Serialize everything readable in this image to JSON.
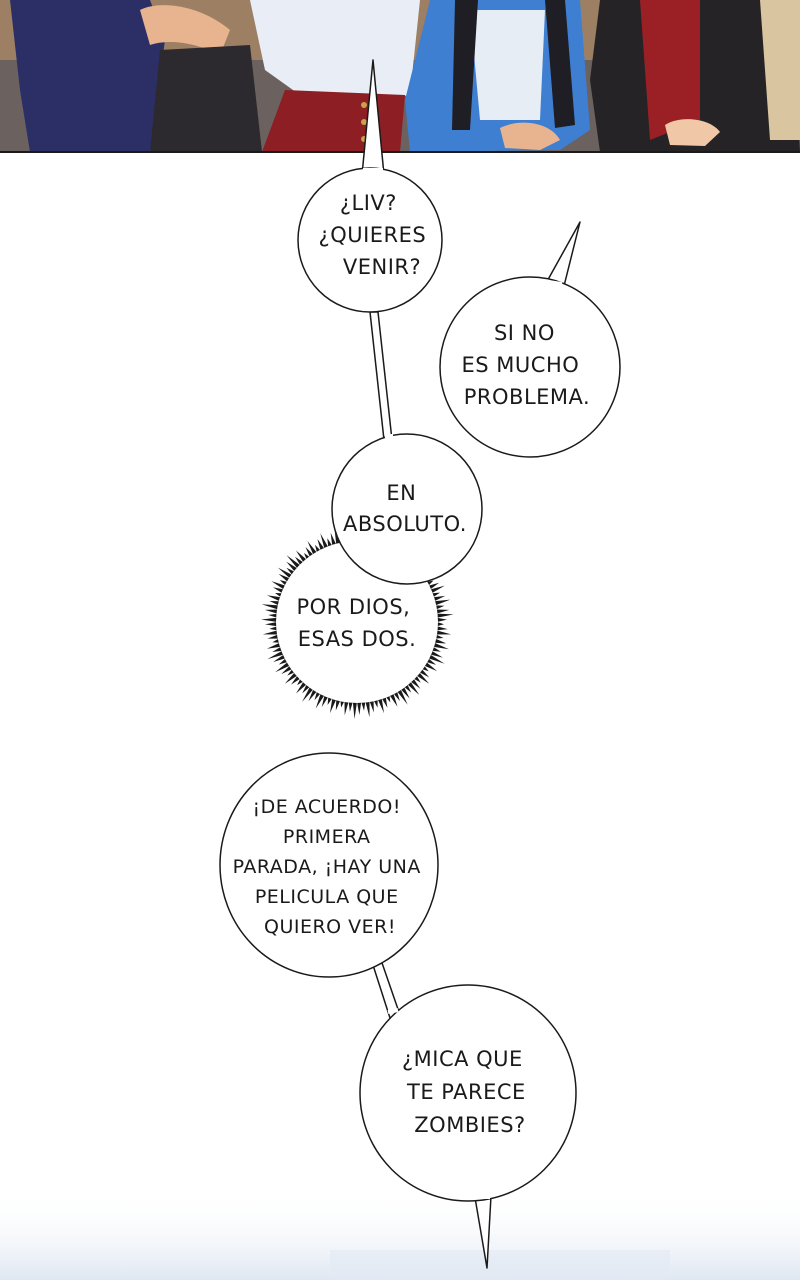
{
  "bubbles": [
    {
      "id": "bubble-liv-quieres-venir",
      "lines": [
        "¿LIV?",
        "¿QUIERES",
        "VENIR?"
      ]
    },
    {
      "id": "bubble-si-no-es-mucho-problema",
      "lines": [
        "SI NO",
        "ES MUCHO",
        "PROBLEMA."
      ]
    },
    {
      "id": "bubble-en-absoluto",
      "lines": [
        "EN",
        "ABSOLUTO."
      ]
    },
    {
      "id": "bubble-por-dios-esas-dos",
      "lines": [
        "POR DIOS,",
        "ESAS DOS."
      ]
    },
    {
      "id": "bubble-de-acuerdo-primera-parada",
      "lines": [
        "¡DE ACUERDO!",
        "PRIMERA",
        "PARADA, ¡HAY UNA",
        "PELICULA QUE",
        "QUIERO VER!"
      ]
    },
    {
      "id": "bubble-mica-que-te-parece-zombies",
      "lines": [
        "¿MICA QUE",
        "TE PARECE",
        "ZOMBIES?"
      ]
    }
  ]
}
